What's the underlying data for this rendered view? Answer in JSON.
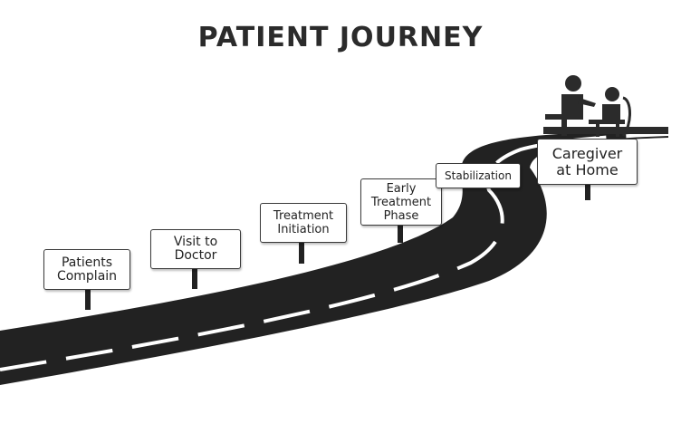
{
  "title": "PATIENT JOURNEY",
  "stages": [
    {
      "label": "Patients\nComplain"
    },
    {
      "label": "Visit to\nDoctor"
    },
    {
      "label": "Treatment\nInitiation"
    },
    {
      "label": "Early\nTreatment\nPhase"
    },
    {
      "label": "Stabilization"
    },
    {
      "label": "Caregiver\nat Home"
    }
  ],
  "illustration": {
    "icon": "caregiver-patient-icon"
  },
  "colors": {
    "road": "#222222",
    "lane": "#ffffff",
    "ink": "#2b2b2b"
  }
}
